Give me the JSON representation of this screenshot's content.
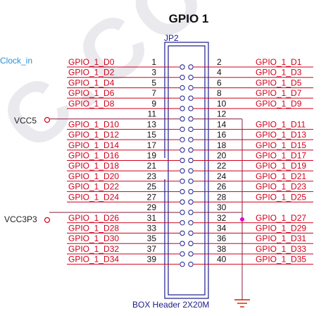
{
  "title": "GPIO 1",
  "ref": "JP2",
  "footer": "BOX Header 2X20M",
  "watermark": "C.CO",
  "clock_label": "Clock_in",
  "vcc5": "VCC5",
  "vcc3p3": "VCC3P3",
  "colors": {
    "signal": "#d0021b",
    "wire": "#1a1a8c",
    "power_wire": "#8b1c3c",
    "label_blue": "#2b8fd6",
    "junction": "#e000d0",
    "ground": "#cc2200"
  },
  "pins": [
    {
      "left_num": "1",
      "left_label": "GPIO_1_D0",
      "right_num": "2",
      "right_label": "GPIO_1_D1"
    },
    {
      "left_num": "3",
      "left_label": "GPIO_1_D2",
      "right_num": "4",
      "right_label": "GPIO_1_D3"
    },
    {
      "left_num": "5",
      "left_label": "GPIO_1_D4",
      "right_num": "6",
      "right_label": "GPIO_1_D5"
    },
    {
      "left_num": "7",
      "left_label": "GPIO_1_D6",
      "right_num": "8",
      "right_label": "GPIO_1_D7"
    },
    {
      "left_num": "9",
      "left_label": "GPIO_1_D8",
      "right_num": "10",
      "right_label": "GPIO_1_D9"
    },
    {
      "left_num": "11",
      "left_label": "",
      "right_num": "12",
      "right_label": ""
    },
    {
      "left_num": "13",
      "left_label": "GPIO_1_D10",
      "right_num": "14",
      "right_label": "GPIO_1_D11"
    },
    {
      "left_num": "15",
      "left_label": "GPIO_1_D12",
      "right_num": "16",
      "right_label": "GPIO_1_D13"
    },
    {
      "left_num": "17",
      "left_label": "GPIO_1_D14",
      "right_num": "18",
      "right_label": "GPIO_1_D15"
    },
    {
      "left_num": "19",
      "left_label": "GPIO_1_D16",
      "right_num": "20",
      "right_label": "GPIO_1_D17"
    },
    {
      "left_num": "21",
      "left_label": "GPIO_1_D18",
      "right_num": "22",
      "right_label": "GPIO_1_D19"
    },
    {
      "left_num": "23",
      "left_label": "GPIO_1_D20",
      "right_num": "24",
      "right_label": "GPIO_1_D21"
    },
    {
      "left_num": "25",
      "left_label": "GPIO_1_D22",
      "right_num": "26",
      "right_label": "GPIO_1_D23"
    },
    {
      "left_num": "27",
      "left_label": "GPIO_1_D24",
      "right_num": "28",
      "right_label": "GPIO_1_D25"
    },
    {
      "left_num": "29",
      "left_label": "",
      "right_num": "30",
      "right_label": ""
    },
    {
      "left_num": "31",
      "left_label": "GPIO_1_D26",
      "right_num": "32",
      "right_label": "GPIO_1_D27"
    },
    {
      "left_num": "33",
      "left_label": "GPIO_1_D28",
      "right_num": "34",
      "right_label": "GPIO_1_D29"
    },
    {
      "left_num": "35",
      "left_label": "GPIO_1_D30",
      "right_num": "36",
      "right_label": "GPIO_1_D31"
    },
    {
      "left_num": "37",
      "left_label": "GPIO_1_D32",
      "right_num": "38",
      "right_label": "GPIO_1_D33"
    },
    {
      "left_num": "39",
      "left_label": "GPIO_1_D34",
      "right_num": "40",
      "right_label": "GPIO_1_D35"
    }
  ]
}
